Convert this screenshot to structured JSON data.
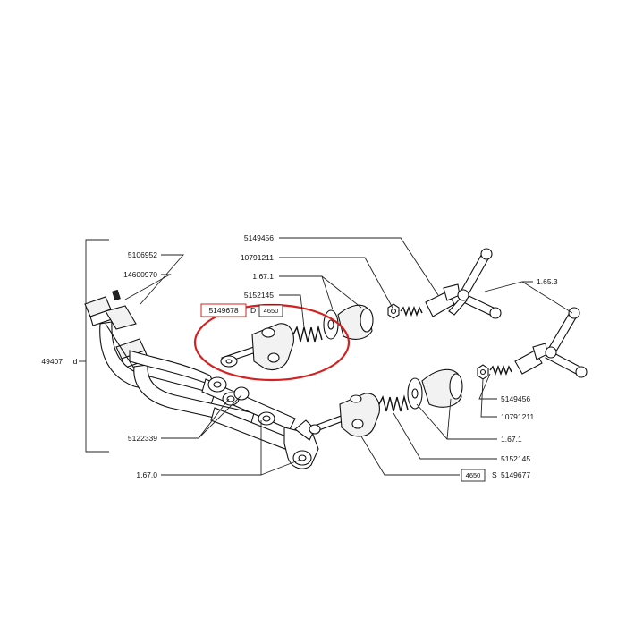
{
  "parts": {
    "p5106952": "5106952",
    "p14600970": "14600970",
    "p49407": "49407",
    "p49407_suffix": "d",
    "p5122339": "5122339",
    "p1670": "1.67.0",
    "p5149456_top": "5149456",
    "p10791211_top": "10791211",
    "p1671_top": "1.67.1",
    "p5152145_top": "5152145",
    "p5149678": "5149678",
    "p5149678_suffix": "D",
    "box4650_top": "4650",
    "p1653": "1.65.3",
    "p5149456_right": "5149456",
    "p10791211_right": "10791211",
    "p1671_right": "1.67.1",
    "p5152145_bottom": "5152145",
    "box4650_bottom": "4650",
    "p5149677_suffix": "S",
    "p5149677": "5149677"
  },
  "colors": {
    "highlight": "#d32020",
    "ink": "#111111"
  }
}
